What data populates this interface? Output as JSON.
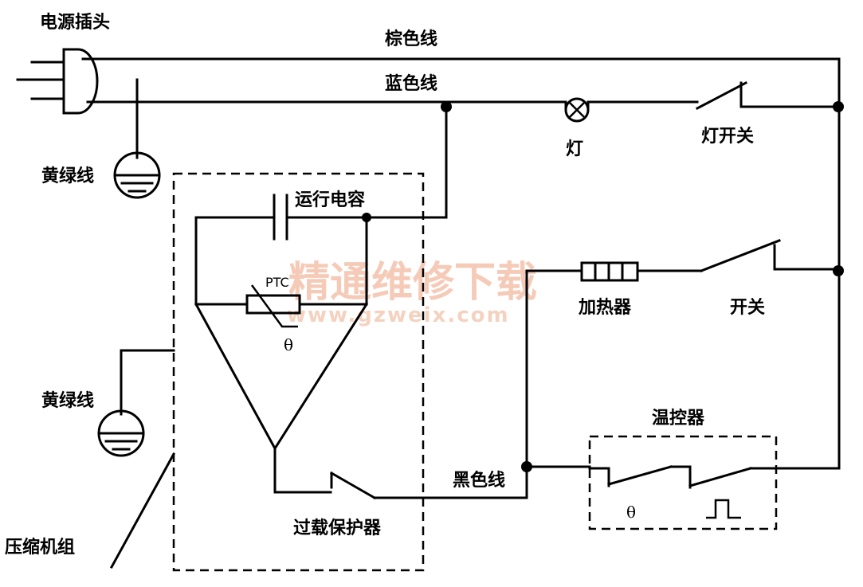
{
  "labels": {
    "plug": "电源插头",
    "brown_wire": "棕色线",
    "blue_wire": "蓝色线",
    "ground_top": "黄绿线",
    "ground_bottom": "黄绿线",
    "lamp": "灯",
    "lamp_switch": "灯开关",
    "run_capacitor": "运行电容",
    "ptc": "PTC",
    "ptc_theta": "θ",
    "heater": "加热器",
    "switch": "开关",
    "thermostat": "温控器",
    "thermostat_theta": "θ",
    "black_wire": "黑色线",
    "overload_protector": "过载保护器",
    "compressor_unit": "压缩机组"
  },
  "watermark": {
    "title": "精通维修下载",
    "url": "www.gzweix.com"
  },
  "colors": {
    "line": "#000000",
    "background": "#ffffff",
    "watermark": "#f2b9a0"
  }
}
